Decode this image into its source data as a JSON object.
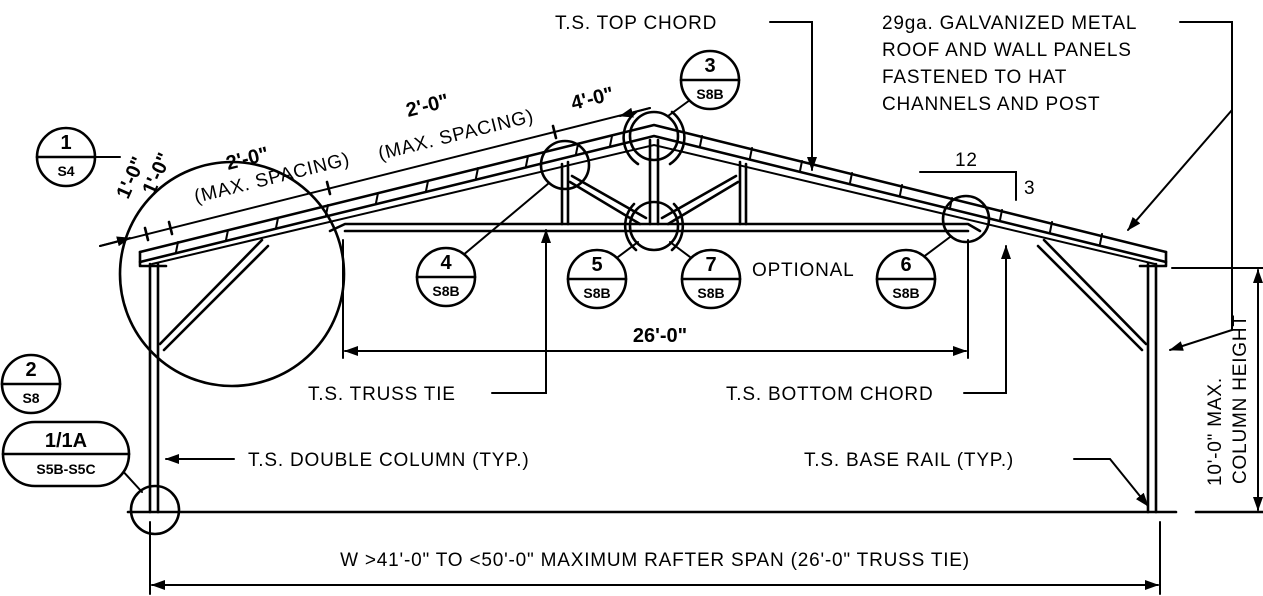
{
  "labels": {
    "top_chord": "T.S. TOP CHORD",
    "panels": [
      "29ga. GALVANIZED METAL",
      "ROOF AND WALL PANELS",
      "FASTENED TO HAT",
      "CHANNELS AND POST"
    ],
    "optional": "OPTIONAL",
    "truss_tie": "T.S. TRUSS TIE",
    "bottom_chord": "T.S. BOTTOM CHORD",
    "double_column": "T.S. DOUBLE COLUMN (TYP.)",
    "base_rail": "T.S. BASE RAIL (TYP.)",
    "column_height": [
      "10'-0\" MAX.",
      "COLUMN HEIGHT"
    ],
    "span": "W >41'-0\" TO <50'-0\" MAXIMUM RAFTER SPAN (26'-0\" TRUSS TIE)"
  },
  "dimensions": {
    "spacing_left": "2'-0\"",
    "spacing_left_note": "(MAX. SPACING)",
    "spacing_mid": "2'-0\"",
    "spacing_mid_note": "(MAX. SPACING)",
    "apex_spacing": "4'-0\"",
    "small_left_a": "1'-0\"",
    "small_left_b": "1'-0\"",
    "truss_tie_length": "26'-0\"",
    "pitch_run": "12",
    "pitch_rise": "3"
  },
  "callouts": [
    {
      "id": "c1",
      "top": "1",
      "bottom": "S4"
    },
    {
      "id": "c2",
      "top": "2",
      "bottom": "S8"
    },
    {
      "id": "c1a",
      "top": "1/1A",
      "bottom": "S5B-S5C"
    },
    {
      "id": "c3",
      "top": "3",
      "bottom": "S8B"
    },
    {
      "id": "c4",
      "top": "4",
      "bottom": "S8B"
    },
    {
      "id": "c5",
      "top": "5",
      "bottom": "S8B"
    },
    {
      "id": "c6",
      "top": "6",
      "bottom": "S8B"
    },
    {
      "id": "c7",
      "top": "7",
      "bottom": "S8B"
    }
  ]
}
